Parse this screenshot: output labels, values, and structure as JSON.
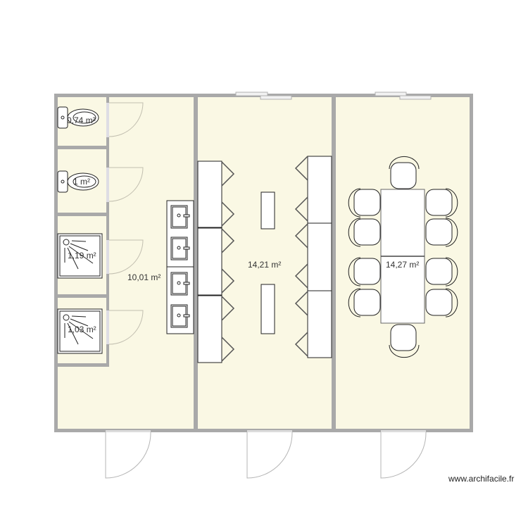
{
  "colors": {
    "floor": "#faf8e4",
    "wall": "#a9a9a9",
    "door_line": "#b5b5b5",
    "window_fill": "#e5e5ea",
    "furniture_stroke": "#222222",
    "furniture_fill": "#ffffff",
    "text": "#333333"
  },
  "rooms": [
    {
      "id": "wc-1",
      "area_label": "0,74 m²"
    },
    {
      "id": "wc-2",
      "area_label": "1 m²"
    },
    {
      "id": "shower-1",
      "area_label": "1,19 m²"
    },
    {
      "id": "shower-2",
      "area_label": "1,03 m²"
    },
    {
      "id": "washroom",
      "area_label": "10,01 m²"
    },
    {
      "id": "locker-room",
      "area_label": "14,21 m²"
    },
    {
      "id": "dining-room",
      "area_label": "14,27 m²"
    }
  ],
  "furniture": {
    "toilets": 2,
    "showers": 2,
    "sinks": 4,
    "lockers": 6,
    "benches": 2,
    "dining_tables": 2,
    "chairs": 10
  },
  "doors": {
    "interior": 4,
    "exterior": 3
  },
  "windows": 2,
  "watermark": "www.archifacile.fr"
}
